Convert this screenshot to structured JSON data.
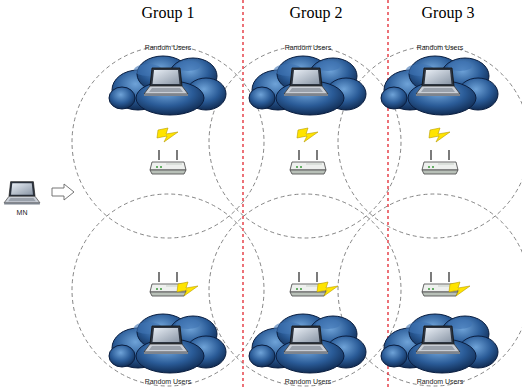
{
  "diagram": {
    "labels": [
      "Group 1",
      "Group 2",
      "Group 3",
      "Random Users",
      "Random Users",
      "Random Users",
      "MN",
      "Random Users",
      "Random Users",
      "Random Users"
    ]
  }
}
